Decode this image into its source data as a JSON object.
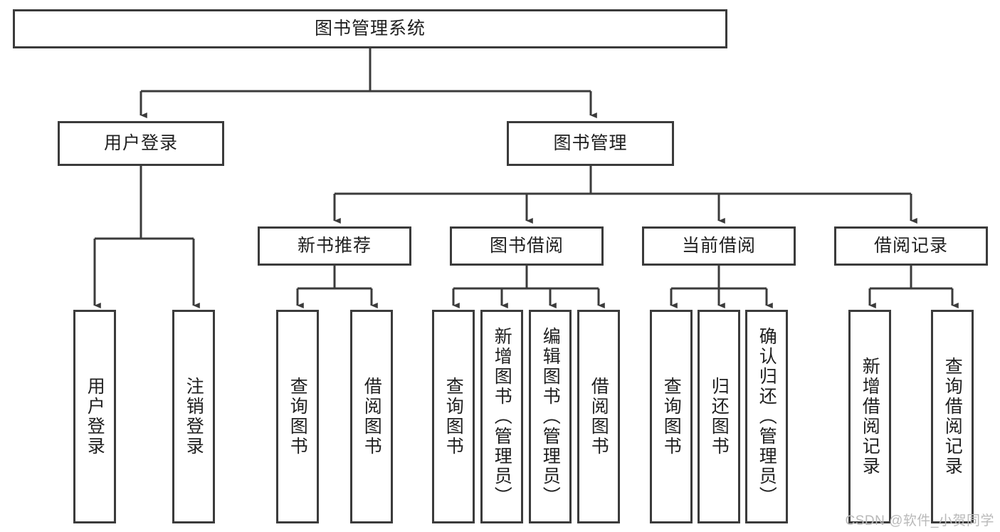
{
  "diagram": {
    "title": "图书管理系统",
    "type": "tree-hierarchy-diagram",
    "colors": {
      "stroke": "#3b3b3b",
      "fill": "#ffffff",
      "text": "#1f1f1f",
      "watermark": "#b9b9b9"
    },
    "levels": {
      "root": {
        "label": "图书管理系统"
      },
      "level2": [
        {
          "id": "user-login",
          "label": "用户登录"
        },
        {
          "id": "book-management",
          "label": "图书管理"
        }
      ],
      "level3": [
        {
          "id": "new-book-recommend",
          "label": "新书推荐"
        },
        {
          "id": "book-borrow",
          "label": "图书借阅"
        },
        {
          "id": "current-borrow",
          "label": "当前借阅"
        },
        {
          "id": "borrow-record",
          "label": "借阅记录"
        }
      ],
      "leaves": {
        "user_login": [
          {
            "id": "leaf-user-login",
            "label": "用户登录"
          },
          {
            "id": "leaf-logout-login",
            "label": "注销登录"
          }
        ],
        "new_book_recommend": [
          {
            "id": "leaf-query-book-1",
            "label": "查询图书"
          },
          {
            "id": "leaf-borrow-book-1",
            "label": "借阅图书"
          }
        ],
        "book_borrow": [
          {
            "id": "leaf-query-book-2",
            "label": "查询图书"
          },
          {
            "id": "leaf-add-book",
            "label": "新增图书（管理员）"
          },
          {
            "id": "leaf-edit-book",
            "label": "编辑图书（管理员）"
          },
          {
            "id": "leaf-borrow-book-2",
            "label": "借阅图书"
          }
        ],
        "current_borrow": [
          {
            "id": "leaf-query-book-3",
            "label": "查询图书"
          },
          {
            "id": "leaf-return-book",
            "label": "归还图书"
          },
          {
            "id": "leaf-confirm-return",
            "label": "确认归还（管理员）"
          }
        ],
        "borrow_record": [
          {
            "id": "leaf-add-borrow-record",
            "label": "新增借阅记录"
          },
          {
            "id": "leaf-query-borrow-record",
            "label": "查询借阅记录"
          }
        ]
      }
    },
    "watermark": "CSDN @软件_小贺同学"
  }
}
